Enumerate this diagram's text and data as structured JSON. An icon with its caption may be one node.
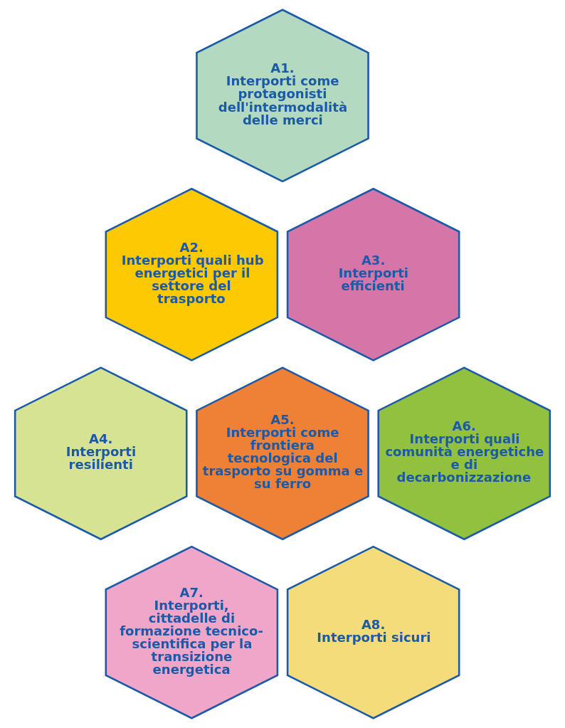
{
  "diagram": {
    "nodes": [
      {
        "text": [
          "A1.",
          "Interporti come protagonisti dell'intermodalità delle merci"
        ]
      },
      {
        "text": [
          "A2.",
          "Interporti quali hub energetici per il settore del trasporto"
        ]
      },
      {
        "text": [
          "A3.",
          "Interporti efficienti"
        ]
      },
      {
        "text": [
          "A4.",
          "Interporti resilienti"
        ]
      },
      {
        "text": [
          "A5.",
          "Interporti come frontiera tecnologica del trasporto su gomma e su ferro"
        ]
      },
      {
        "text": [
          "A6.",
          "Interporti quali comunità energetiche e di decarbonizzazione"
        ]
      },
      {
        "text": [
          "A7.",
          "Interporti, cittadelle di formazione tecnico-scientifica per la transizione energetica"
        ]
      },
      {
        "text": [
          "A8.",
          "Interporti sicuri"
        ]
      }
    ]
  }
}
